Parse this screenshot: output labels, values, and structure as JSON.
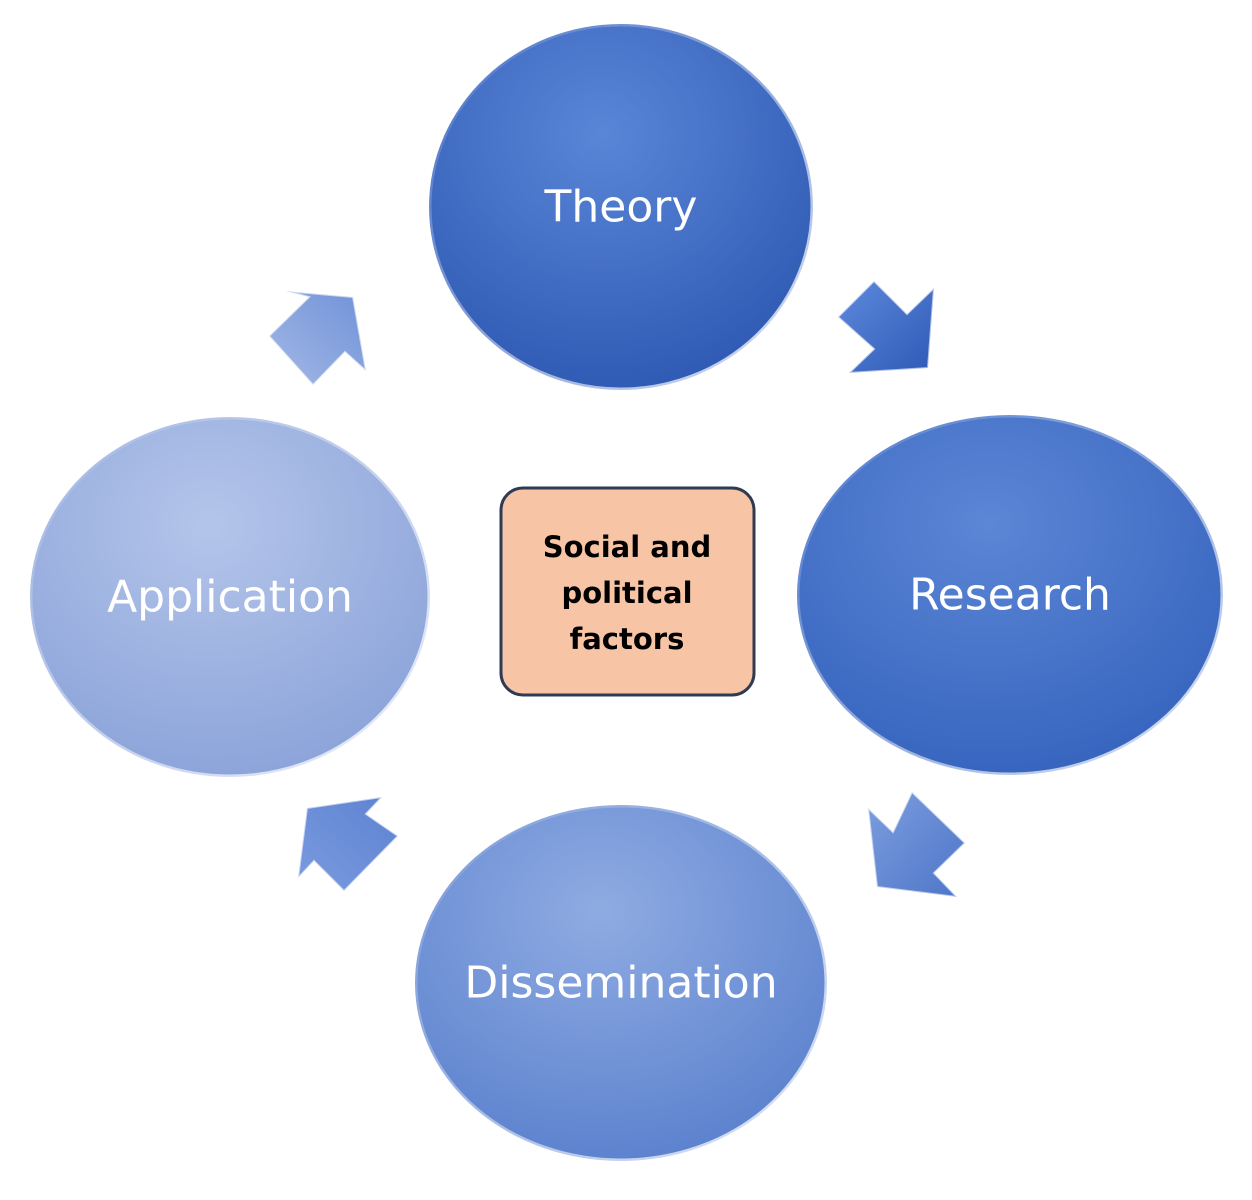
{
  "cycle": {
    "nodes": [
      {
        "label": "Theory",
        "tone": "dark"
      },
      {
        "label": "Research",
        "tone": "dark"
      },
      {
        "label": "Dissemination",
        "tone": "medium"
      },
      {
        "label": "Application",
        "tone": "light"
      }
    ],
    "center": {
      "lines": [
        "Social and",
        "political",
        "factors"
      ]
    }
  },
  "colors": {
    "dark_top": "#4d7ad0",
    "dark_bottom": "#2f5cb8",
    "medium_top": "#8da9e0",
    "medium_bottom": "#5a81cf",
    "light_top": "#aebfe6",
    "light_bottom": "#8fa6da",
    "center_fill": "#f7c4a5",
    "center_border": "#2f3b52",
    "arrow_dark": "#3a66c4",
    "arrow_light": "#93abe0"
  }
}
